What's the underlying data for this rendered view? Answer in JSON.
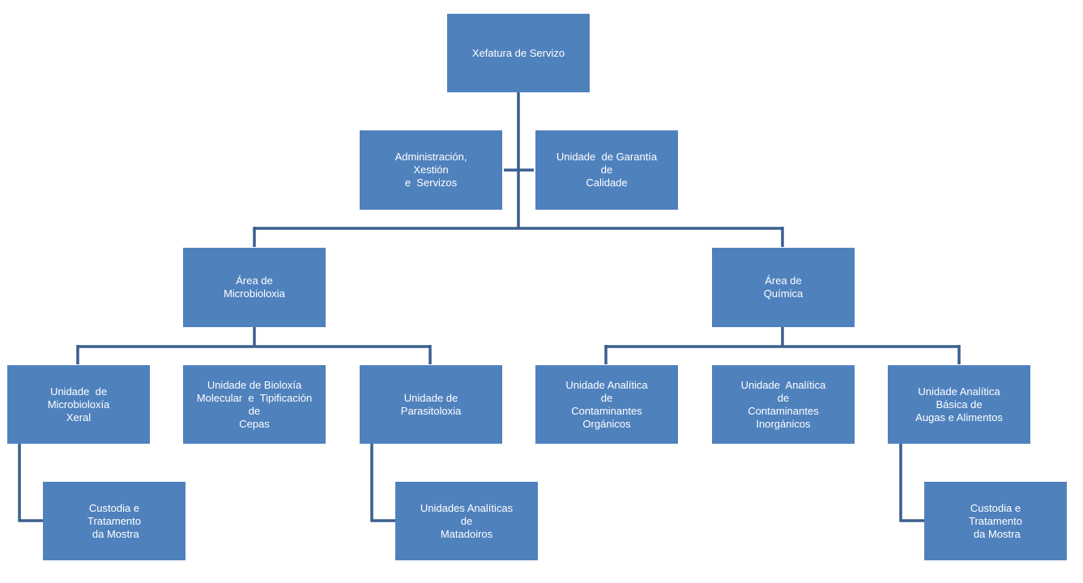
{
  "org_chart": {
    "head": "Xefatura de Servizo",
    "staff_left": "Administración,\nXestión\ne  Servizos",
    "staff_right": "Unidade  de Garantía\nde\nCalidade",
    "area_micro": "Área de\nMicrobioloxia",
    "area_quimica": "Área de\nQuímica",
    "micro_units": [
      "Unidade  de\nMicrobioloxía\nXeral",
      "Unidade de Bioloxía\nMolecular  e  Tipificación\nde\nCepas",
      "Unidade de\nParasitoloxia"
    ],
    "quimica_units": [
      "Unidade Analítica\nde\nContaminantes\nOrgánicos",
      "Unidade  Analítica\nde\nContaminantes\nInorgánicos",
      "Unidade Analítica\nBásica de\nAugas e Alimentos"
    ],
    "sub_custodia_micro": "Custodia e\nTratamento\n da Mostra",
    "sub_matadoiros": "Unidades Analíticas\nde\nMatadoiros",
    "sub_custodia_quimica": "Custodia e\nTratamento\n da Mostra"
  }
}
